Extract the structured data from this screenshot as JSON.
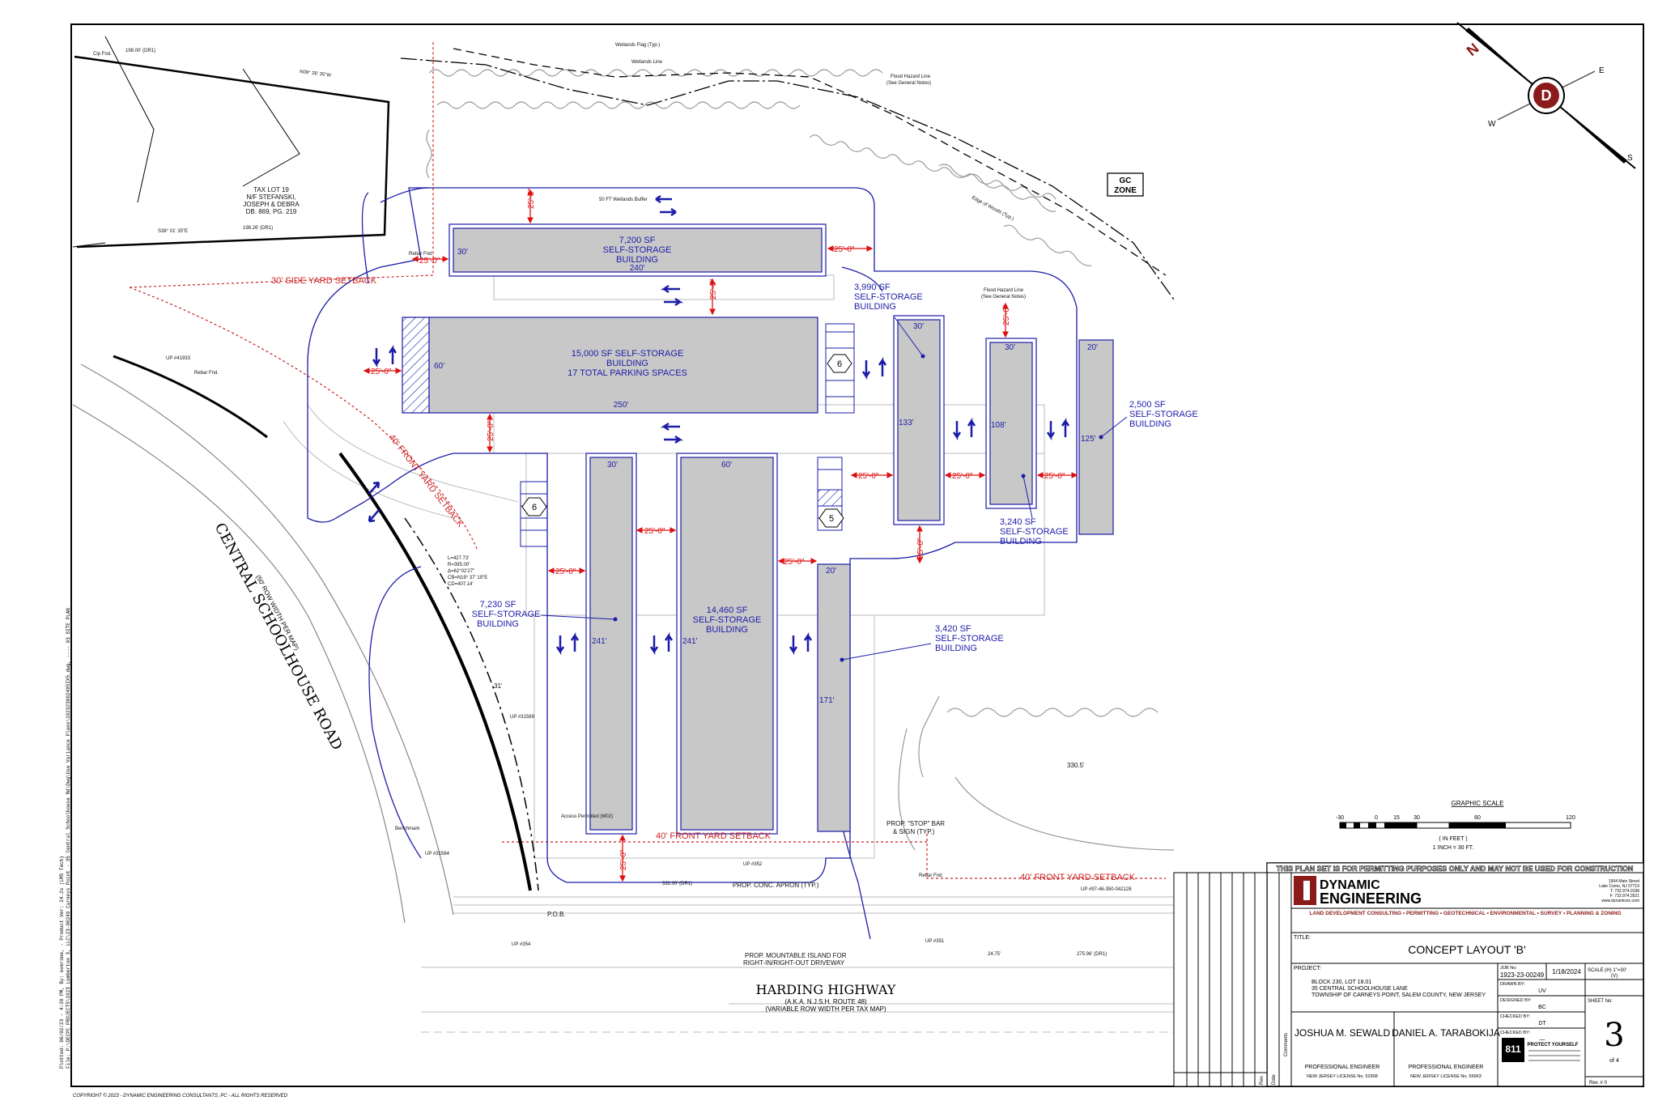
{
  "buildings": {
    "b1": {
      "sf": "7,200 SF",
      "type": "SELF-STORAGE",
      "word": "BUILDING",
      "len": "240'",
      "wid": "30'"
    },
    "b2": {
      "sf": "15,000 SF SELF-STORAGE",
      "word": "BUILDING",
      "parking": "17 TOTAL PARKING SPACES",
      "len": "250'",
      "wid": "60'"
    },
    "b3": {
      "sf": "3,990 SF",
      "type": "SELF-STORAGE",
      "word": "BUILDING",
      "len": "133'",
      "wid": "30'"
    },
    "b4": {
      "sf": "3,240 SF",
      "type": "SELF-STORAGE",
      "word": "BUILDING",
      "len": "108'",
      "wid": "30'"
    },
    "b5": {
      "sf": "2,500 SF",
      "type": "SELF-STORAGE",
      "word": "BUILDING",
      "len": "125'",
      "wid": "20'"
    },
    "b6": {
      "sf": "7,230 SF",
      "type": "SELF-STORAGE",
      "word": "BUILDING",
      "len": "241'",
      "wid": "30'"
    },
    "b7": {
      "sf": "14,460 SF",
      "type": "SELF-STORAGE",
      "word": "BUILDING",
      "len": "241'",
      "wid": "60'"
    },
    "b8": {
      "sf": "3,420 SF",
      "type": "SELF-STORAGE",
      "word": "BUILDING",
      "len": "171'",
      "wid": "20'"
    }
  },
  "dims": {
    "d25": "25'-0\""
  },
  "parking": {
    "p1": "6",
    "p2": "6",
    "p3": "5"
  },
  "setbacks": {
    "side": "30' SIDE YARD SETBACK",
    "front1": "40' FRONT YARD SETBACK",
    "front2": "40' FRONT YARD SETBACK",
    "front3": "40' FRONT YARD SETBACK"
  },
  "labels": {
    "tax_lot": [
      "TAX LOT 19",
      "N/F STEFANSKI,",
      "JOSEPH & DEBRA",
      "DB. 869, PG. 219"
    ],
    "gc_zone": [
      "GC",
      "ZONE"
    ],
    "road": "CENTRAL SCHOOLHOUSE ROAD",
    "road_sub": "(50' ROW WIDTH PER MAP)",
    "highway": "HARDING HIGHWAY",
    "highway_sub1": "(A.K.A. N.J.S.H. ROUTE 48)",
    "highway_sub2": "(VARIABLE ROW WIDTH PER TAX MAP)",
    "wetlands_buffer": "50 FT Wetlands Buffer",
    "wetlands_flag": "Wetlands Flag (Typ.)",
    "wetlands_line": "Wetlands Line",
    "flood_line": "Flood Hazard Line",
    "flood_note": "(See General Notes)",
    "edge_woods": "Edge of Woods (Typ.)",
    "cip1": "Cip Fnd.",
    "rebar": "Rebar Fnd.",
    "stop_bar": "PROP. \"STOP\" BAR",
    "stop_sign": "& SIGN (TYP.)",
    "apron": "PROP. CONC. APRON (TYP.)",
    "island1": "PROP. MOUNTABLE ISLAND FOR",
    "island2": "RIGHT-IN/RIGHT-OUT DRIVEWAY",
    "access": "Access Permitted (M02)",
    "pob": "P.O.B.",
    "benchmark": "Benchmark",
    "curve": [
      "L=427.73'",
      "R=395.00'",
      "Δ=62°02'27\"",
      "CB=N19° 37' 19\"E",
      "CD=407.14'"
    ],
    "bearing1": "N09° 26' 35\"W",
    "bearing2": "S38° 01' 35\"E",
    "dist1": "198.00' (DR1)",
    "dist2": "198.26' (DR1)",
    "dist3": "332.00' (DR1)",
    "dist4": "330.5'",
    "dist5": "275.96' (DR1)",
    "dist6": "24.75'",
    "dist7": "31'",
    "up1": "UP #41933",
    "up2": "UP #31589",
    "up3": "UP #31584",
    "up4": "UP #354",
    "up5": "UP #351",
    "up6": "UP #352",
    "up7": "UP #97-46-350-042128"
  },
  "scale": {
    "title": "GRAPHIC SCALE",
    "ticks": [
      "-30",
      "0",
      "15",
      "30",
      "60",
      "120"
    ],
    "unit": "( IN FEET )",
    "ratio": "1 INCH = 30 FT."
  },
  "title_block": {
    "warning": "THIS PLAN SET IS FOR PERMITTING PURPOSES ONLY AND MAY NOT BE USED FOR CONSTRUCTION",
    "company1": "DYNAMIC",
    "company2": "ENGINEERING",
    "services": "LAND DEVELOPMENT CONSULTING  •  PERMITTING  •  GEOTECHNICAL  •  ENVIRONMENTAL  •  SURVEY  •  PLANNING & ZONING",
    "address": [
      "1904 Main Street",
      "Lake Como, NJ 07719",
      "T: 732.974.0198",
      "F: 732.974.3521",
      "www.dynamicec.com"
    ],
    "title_label": "TITLE:",
    "title": "CONCEPT LAYOUT 'B'",
    "project_label": "PROJECT:",
    "project": [
      "BLOCK 230, LOT 18.01",
      "35 CENTRAL SCHOOLHOUSE LANE",
      "TOWNSHIP OF CARNEYS POINT, SALEM COUNTY, NEW JERSEY"
    ],
    "job_label": "JOB No:",
    "job": "1923-23-00249",
    "date": "1/18/2024",
    "drawn_label": "DRAWN BY:",
    "drawn": "UV",
    "designed_label": "DESIGNED BY:",
    "designed": "BC",
    "checked_label": "CHECKED BY:",
    "checked1": "DT",
    "checked2": "—",
    "scale_label": "SCALE:(H) 1\"=30'",
    "scale_v": "(V)",
    "sheet_label": "SHEET No:",
    "sheet": "3",
    "of": "of 4",
    "rev": "Rev. # 0",
    "eng1": "JOSHUA M. SEWALD",
    "eng1_title": "PROFESSIONAL ENGINEER",
    "eng1_lic": "NEW JERSEY LICENSE No. 52908",
    "eng2": "DANIEL A. TARABOKIJA",
    "eng2_title": "PROFESSIONAL ENGINEER",
    "eng2_lic": "NEW JERSEY LICENSE No. 56963",
    "protect": "PROTECT YOURSELF",
    "call811": "811",
    "rev_cols": [
      "Rev.",
      "Date",
      "Comments"
    ]
  },
  "footer": {
    "copyright": "COPYRIGHT © 2023 - DYNAMIC ENGINEERING CONSULTANTS, PC - ALL RIGHTS RESERVED",
    "plotted": "Plotted: 06/02/23 - 4:20 PM, By: uverone,  -  Product Ver: 24.2s (LMS Tech)",
    "file": "File: P:\\DECPC PROJECTS\\1923 Lumberton 3, LLC\\23-00249 Carneys Point - 35 Central Schoolhouse Rd\\Dwg\\Use Variance Plans\\192323002495IX5.dwg,  ----  03 SITE PLAN"
  },
  "north": {
    "n": "N",
    "e": "E",
    "s": "S",
    "w": "W",
    "d": "D"
  }
}
